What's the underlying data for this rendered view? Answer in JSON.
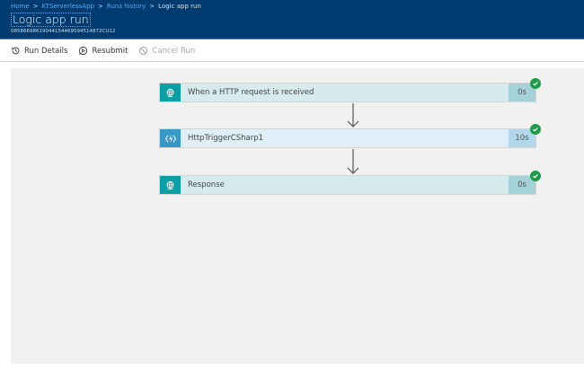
{
  "header": {
    "breadcrumb": [
      {
        "label": "Home",
        "link": true
      },
      {
        "label": "KTServerlessApp",
        "link": true
      },
      {
        "label": "Runs history",
        "link": true
      },
      {
        "label": "Logic app run",
        "link": false
      }
    ],
    "separator": ">",
    "title": "Logic app run",
    "run_id": "08586698619044154469594514872CU12"
  },
  "toolbar": {
    "run_details": "Run Details",
    "resubmit": "Resubmit",
    "cancel_run": "Cancel Run"
  },
  "steps": [
    {
      "label": "When a HTTP request is received",
      "duration": "0s",
      "icon": "globe-request-icon",
      "icon_bg": "#0e9ea5",
      "body_bg": "#d6ebee",
      "dur_bg": "#a5d1d8",
      "status": "succeeded"
    },
    {
      "label": "HttpTriggerCSharp1",
      "duration": "10s",
      "icon": "azure-function-icon",
      "icon_bg": "#3999c6",
      "body_bg": "#dfeef7",
      "dur_bg": "#b3d8ec",
      "status": "succeeded"
    },
    {
      "label": "Response",
      "duration": "0s",
      "icon": "globe-response-icon",
      "icon_bg": "#0e9ea5",
      "body_bg": "#d6ebee",
      "dur_bg": "#a5d1d8",
      "status": "succeeded"
    }
  ],
  "colors": {
    "header_bg": "#003b6f",
    "link": "#5ea8f0",
    "success": "#1f9a4a",
    "canvas_bg": "#f1f1f1"
  }
}
